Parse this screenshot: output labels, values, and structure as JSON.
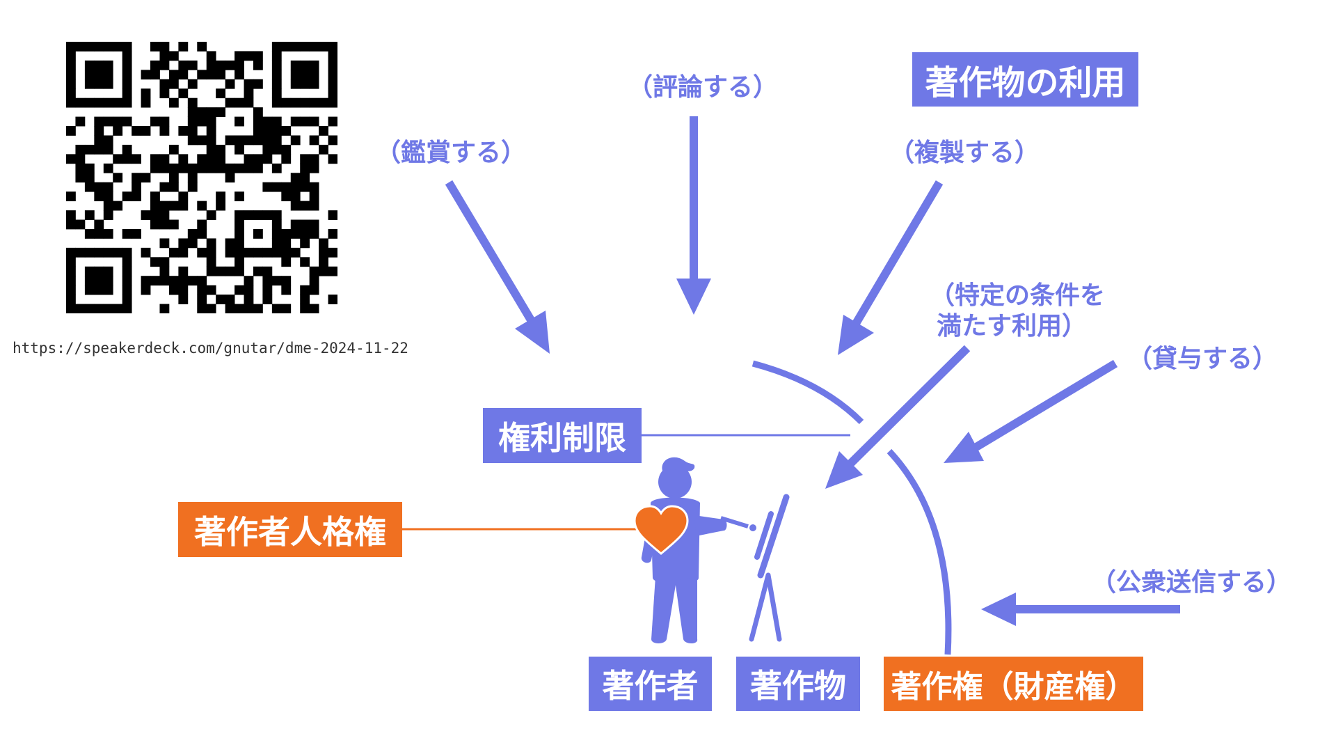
{
  "title_box": {
    "text": "著作物の利用"
  },
  "qr": {
    "url": "https://speakerdeck.com/gnutar/dme-2024-11-22"
  },
  "uses": {
    "appreciate": "（鑑賞する）",
    "critique": "（評論する）",
    "reproduce": "（複製する）",
    "specific_line1": "（特定の条件を",
    "specific_line2": "満たす利用）",
    "lend": "（貸与する）",
    "transmit": "（公衆送信する）"
  },
  "boxes": {
    "limitation": "権利制限",
    "moral_rights": "著作者人格権",
    "author": "著作者",
    "work": "著作物",
    "copyright": "著作権（財産権）"
  },
  "colors": {
    "blue": "#6f78e6",
    "orange": "#f07021",
    "black": "#000000"
  },
  "icons": {
    "author_figure": "person-painting-icon",
    "heart": "heart-icon",
    "easel": "easel-icon"
  }
}
